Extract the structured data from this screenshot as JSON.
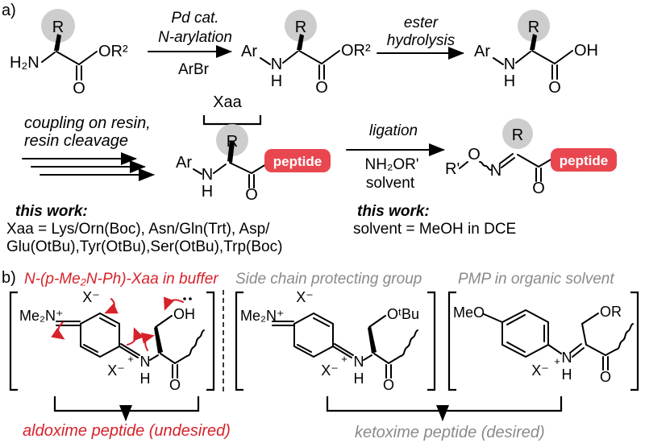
{
  "colors": {
    "red": "#d6222a",
    "box": "#e94750",
    "gray": "#8a8a8a",
    "circle": "#cdcdcd",
    "ink": "#000000"
  },
  "a": {
    "label": "a)",
    "s1": {
      "h2n": "H₂N",
      "r": "R",
      "or2": "OR²",
      "o": "O"
    },
    "arr1": {
      "l1": "Pd cat.",
      "l2": "N-arylation",
      "l3": "ArBr"
    },
    "s2": {
      "ar": "Ar",
      "n": "N",
      "h": "H",
      "r": "R",
      "or2": "OR²",
      "o": "O"
    },
    "arr2": {
      "l1": "ester",
      "l2": "hydrolysis"
    },
    "s3": {
      "ar": "Ar",
      "n": "N",
      "h": "H",
      "r": "R",
      "oh": "OH",
      "o": "O"
    },
    "coupling": {
      "l1": "coupling on resin,",
      "l2": "resin cleavage"
    },
    "s4": {
      "xaa": "Xaa",
      "ar": "Ar",
      "n": "N",
      "h": "H",
      "r": "R",
      "o": "O",
      "peptide": "peptide"
    },
    "arr4": {
      "l1": "ligation",
      "l2": "NH₂OR'",
      "l3": "solvent"
    },
    "s5": {
      "rp": "R'",
      "o1": "O",
      "n": "N",
      "r": "R",
      "o2": "O",
      "peptide": "peptide"
    },
    "workL": {
      "title": "this work:",
      "line1": "Xaa = Lys/Orn(Boc), Asn/Gln(Trt), Asp/",
      "line2": "Glu(OtBu),Tyr(OtBu),Ser(OtBu),Trp(Boc)"
    },
    "workR": {
      "title": "this work:",
      "line1": "solvent = MeOH in DCE"
    }
  },
  "b": {
    "label": "b)",
    "hdr": {
      "red": "N-(p-Me₂N-Ph)-Xaa in buffer",
      "gray1": "Side chain protecting group",
      "gray2": "PMP in organic solvent"
    },
    "s1": {
      "me2n": "Me₂N⁺",
      "xtop": "X⁻",
      "xbot": "X⁻",
      "plus": "+",
      "n": "N",
      "h": "H",
      "oh": "OH",
      "o": "O"
    },
    "s2": {
      "me2n": "Me₂N⁺",
      "xtop": "X⁻",
      "xbot": "X⁻",
      "plus": "+",
      "n": "N",
      "h": "H",
      "otbu": "OᵗBu",
      "o": "O"
    },
    "s3": {
      "meo": "MeO",
      "x": "X⁻",
      "plus": "+",
      "n": "N",
      "h": "H",
      "or": "OR",
      "o": "O"
    },
    "capL": "aldoxime peptide (undesired)",
    "capR": "ketoxime peptide (desired)"
  }
}
